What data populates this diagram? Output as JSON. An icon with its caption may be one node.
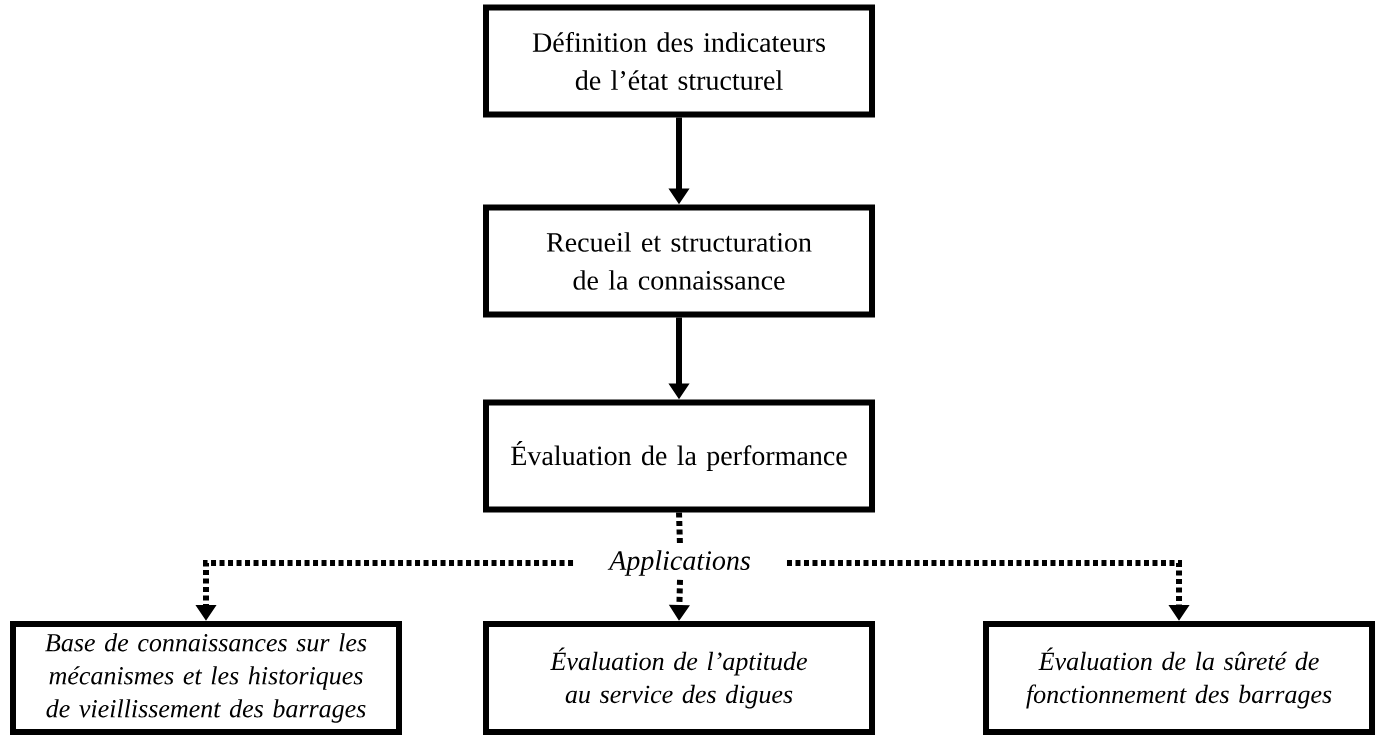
{
  "diagram": {
    "nodes": [
      {
        "text": [
          "Définition des indicateurs de l’état structurel"
        ]
      },
      {
        "text": [
          "Recueil et structuration de la connaissance"
        ]
      },
      {
        "text": [
          "Évaluation de la performance"
        ]
      },
      {
        "text": [
          "Applications"
        ]
      },
      {
        "text": [
          "Base de connaissances sur les mécanismes et les historiques de vieillissement des barrages"
        ]
      },
      {
        "text": [
          "Évaluation de l’aptitude au service des digues"
        ]
      },
      {
        "text": [
          "Évaluation de la sûreté de fonctionnement des barrages"
        ]
      }
    ],
    "edges": [
      {
        "from": 0,
        "to": 1,
        "arrow": "to"
      },
      {
        "from": 1,
        "to": 2,
        "arrow": "to"
      },
      {
        "from": 2,
        "to": 3,
        "arrow": "none",
        "style": "dashed"
      },
      {
        "from": 3,
        "to": 4,
        "arrow": "to",
        "style": "dashed"
      },
      {
        "from": 3,
        "to": 5,
        "arrow": "to",
        "style": "dashed"
      },
      {
        "from": 3,
        "to": 6,
        "arrow": "to",
        "style": "dashed"
      }
    ]
  }
}
